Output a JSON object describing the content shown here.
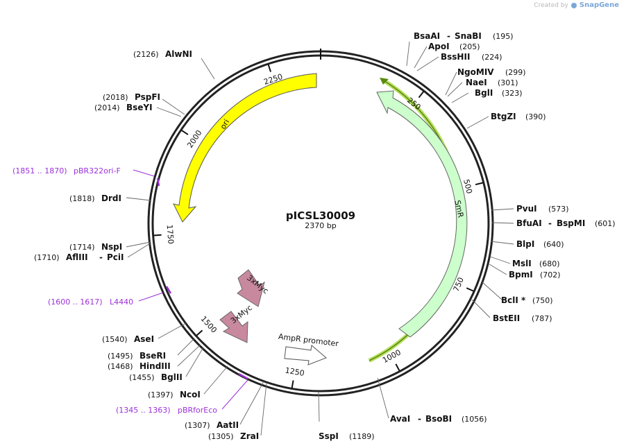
{
  "watermark": {
    "created_by": "Created by",
    "app": "SnapGene"
  },
  "plasmid": {
    "name": "pICSL30009",
    "length_label": "2370 bp",
    "length": 2370
  },
  "colors": {
    "ori": "#ffff00",
    "smr": "#ccffcc",
    "myc": "#c8899f",
    "ampr": "#ffffff",
    "primer": "#9b30d9",
    "highlight": "#6a9a10"
  },
  "ticks": [
    "250",
    "500",
    "750",
    "1000",
    "1250",
    "1500",
    "1750",
    "2000",
    "2250"
  ],
  "features": {
    "ori": "ori",
    "smr": "SmR",
    "myc1": "3xMyc",
    "myc2": "3xMyc",
    "ampr": "AmpR promoter"
  },
  "sites_right": [
    {
      "name": "BsaAI",
      "name2": "SnaBI",
      "pos": "(195)"
    },
    {
      "name": "ApoI",
      "pos": "(205)"
    },
    {
      "name": "BssHII",
      "pos": "(224)"
    },
    {
      "name": "NgoMIV",
      "pos": "(299)"
    },
    {
      "name": "NaeI",
      "pos": "(301)"
    },
    {
      "name": "BglI",
      "pos": "(323)"
    },
    {
      "name": "BtgZI",
      "pos": "(390)"
    },
    {
      "name": "PvuI",
      "pos": "(573)"
    },
    {
      "name": "BfuAI",
      "name2": "BspMI",
      "pos": "(601)"
    },
    {
      "name": "BlpI",
      "pos": "(640)"
    },
    {
      "name": "MslI",
      "pos": "(680)"
    },
    {
      "name": "BpmI",
      "pos": "(702)"
    },
    {
      "name": "BclI *",
      "pos": "(750)"
    },
    {
      "name": "BstEII",
      "pos": "(787)"
    },
    {
      "name": "AvaI",
      "name2": "BsoBI",
      "pos": "(1056)"
    },
    {
      "name": "SspI",
      "pos": "(1189)"
    }
  ],
  "sites_left": [
    {
      "name": "AlwNI",
      "pos": "(2126)"
    },
    {
      "name": "PspFI",
      "pos": "(2018)"
    },
    {
      "name": "BseYI",
      "pos": "(2014)"
    },
    {
      "name": "DrdI",
      "pos": "(1818)"
    },
    {
      "name": "NspI",
      "pos": "(1714)"
    },
    {
      "name": "AflIII",
      "name2": "PciI",
      "pos": "(1710)"
    },
    {
      "name": "AseI",
      "pos": "(1540)"
    },
    {
      "name": "BseRI",
      "pos": "(1495)"
    },
    {
      "name": "HindIII",
      "pos": "(1468)"
    },
    {
      "name": "BglII",
      "pos": "(1455)"
    },
    {
      "name": "NcoI",
      "pos": "(1397)"
    },
    {
      "name": "AatII",
      "pos": "(1307)"
    },
    {
      "name": "ZraI",
      "pos": "(1305)"
    }
  ],
  "primers": [
    {
      "name": "pBR322ori-F",
      "range": "(1851 .. 1870)"
    },
    {
      "name": "L4440",
      "range": "(1600 .. 1617)"
    },
    {
      "name": "pBRforEco",
      "range": "(1345 .. 1363)"
    }
  ]
}
